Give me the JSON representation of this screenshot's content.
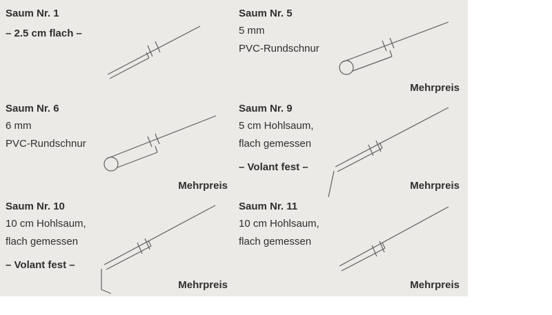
{
  "colors": {
    "background": "#eceae6",
    "text": "#2f2f2f",
    "line": "#5f5f5f"
  },
  "panels": [
    {
      "title": "Saum Nr. 1",
      "lines": [],
      "emphasis": "– 2.5 cm flach –",
      "price_note": null,
      "drawing": "flat-hem"
    },
    {
      "title": "Saum Nr. 5",
      "lines": [
        "5 mm",
        "PVC-Rundschnur"
      ],
      "emphasis": null,
      "price_note": "Mehrpreis",
      "drawing": "pvc-round-cord"
    },
    {
      "title": "Saum Nr. 6",
      "lines": [
        "6 mm",
        "PVC-Rundschnur"
      ],
      "emphasis": null,
      "price_note": "Mehrpreis",
      "drawing": "pvc-round-cord"
    },
    {
      "title": "Saum Nr. 9",
      "lines": [
        "5 cm Hohlsaum,",
        "flach gemessen"
      ],
      "emphasis": "– Volant fest –",
      "price_note": "Mehrpreis",
      "drawing": "hollow-hem-volant"
    },
    {
      "title": "Saum Nr. 10",
      "lines": [
        "10 cm Hohlsaum,",
        "flach gemessen"
      ],
      "emphasis": "– Volant fest –",
      "price_note": "Mehrpreis",
      "drawing": "hollow-hem-volant-corner"
    },
    {
      "title": "Saum Nr. 11",
      "lines": [
        "10 cm Hohlsaum,",
        "flach gemessen"
      ],
      "emphasis": null,
      "price_note": "Mehrpreis",
      "drawing": "hollow-hem"
    }
  ]
}
